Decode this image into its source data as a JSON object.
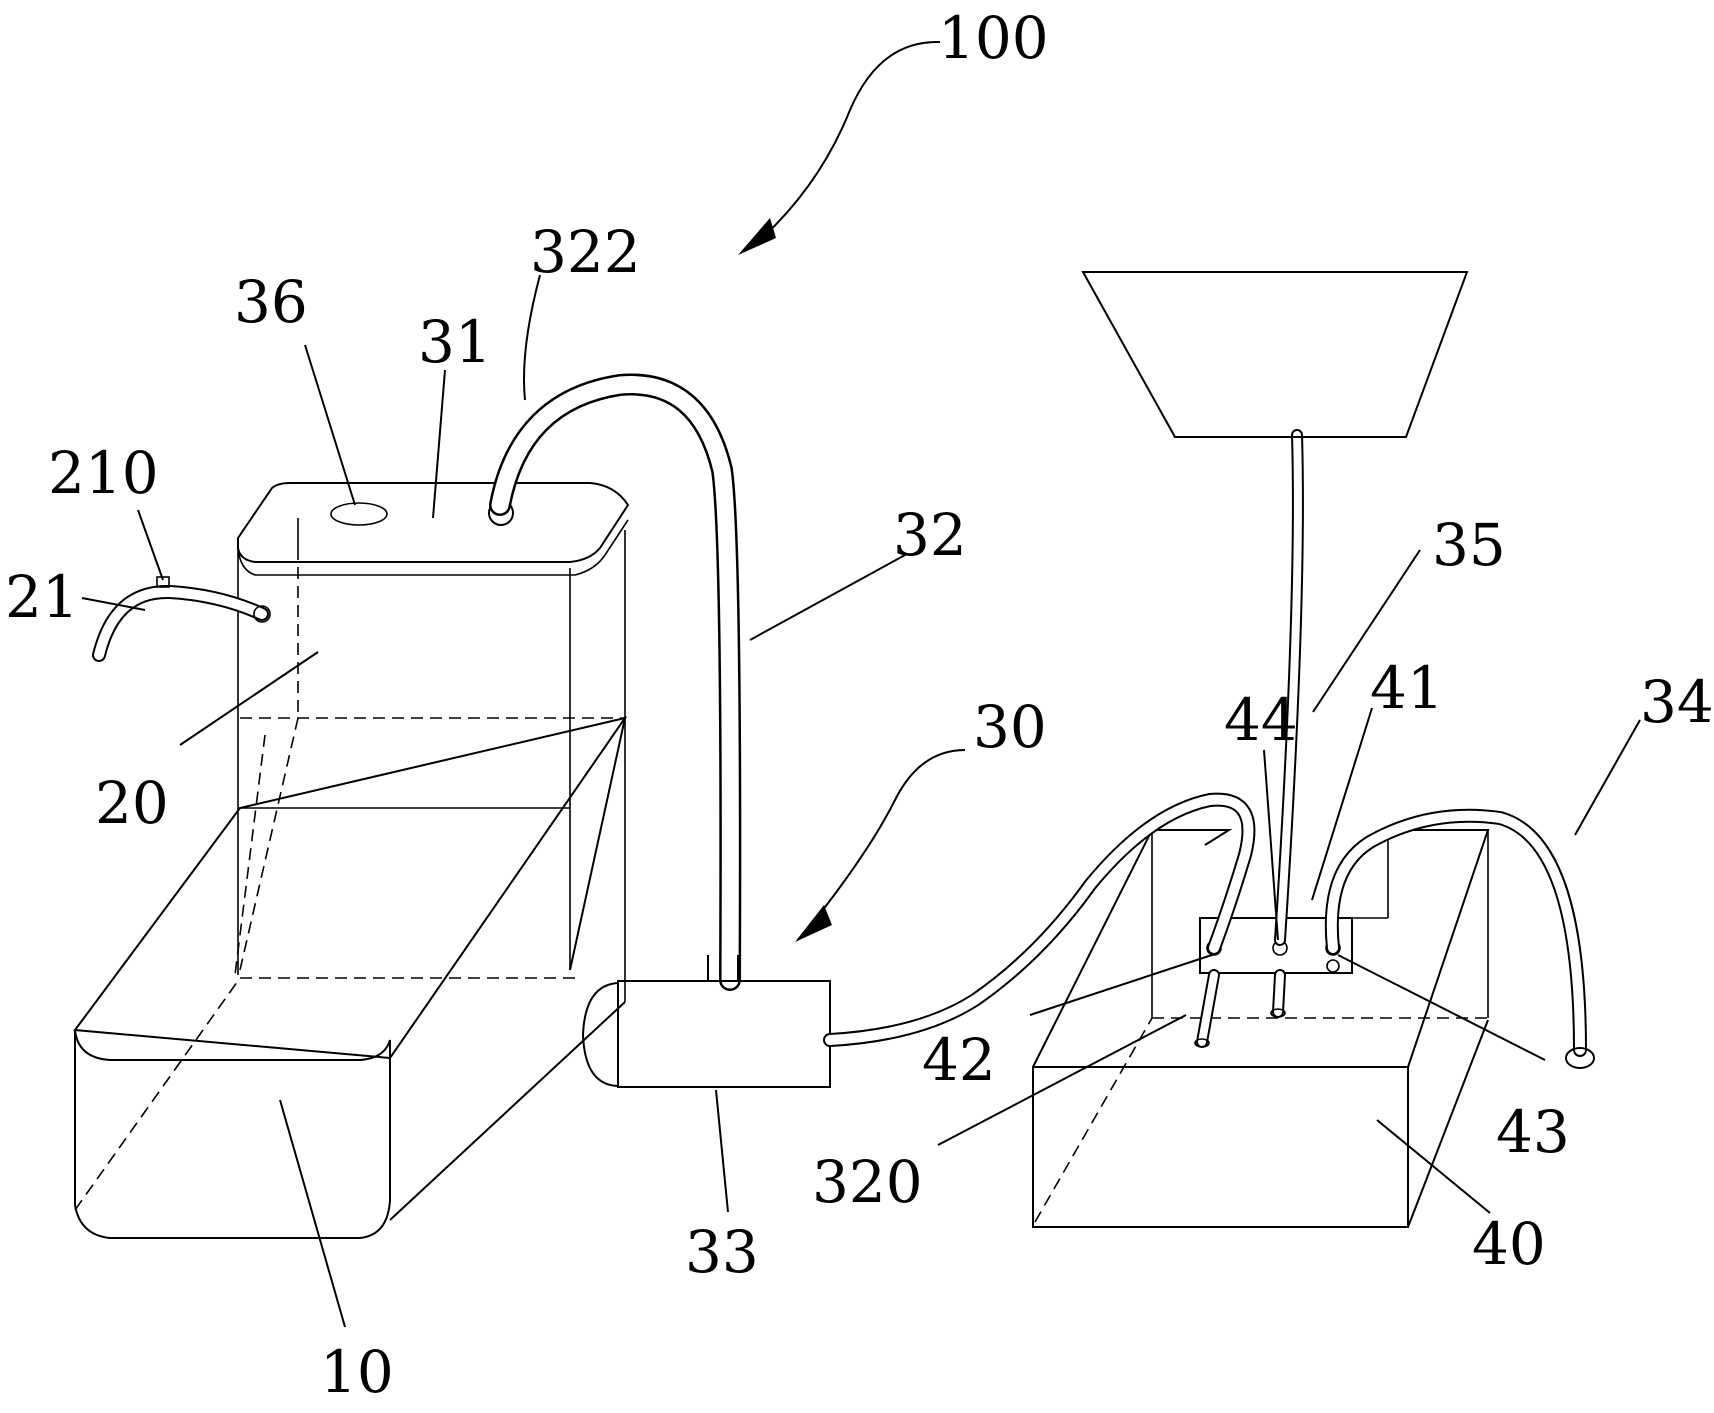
{
  "figure": {
    "reference_numerals": {
      "n100": "100",
      "n322": "322",
      "n36": "36",
      "n31": "31",
      "n210": "210",
      "n21": "21",
      "n32": "32",
      "n35": "35",
      "n20": "20",
      "n30": "30",
      "n44": "44",
      "n41": "41",
      "n34": "34",
      "n42": "42",
      "n43": "43",
      "n320": "320",
      "n33": "33",
      "n40": "40",
      "n10": "10"
    }
  }
}
